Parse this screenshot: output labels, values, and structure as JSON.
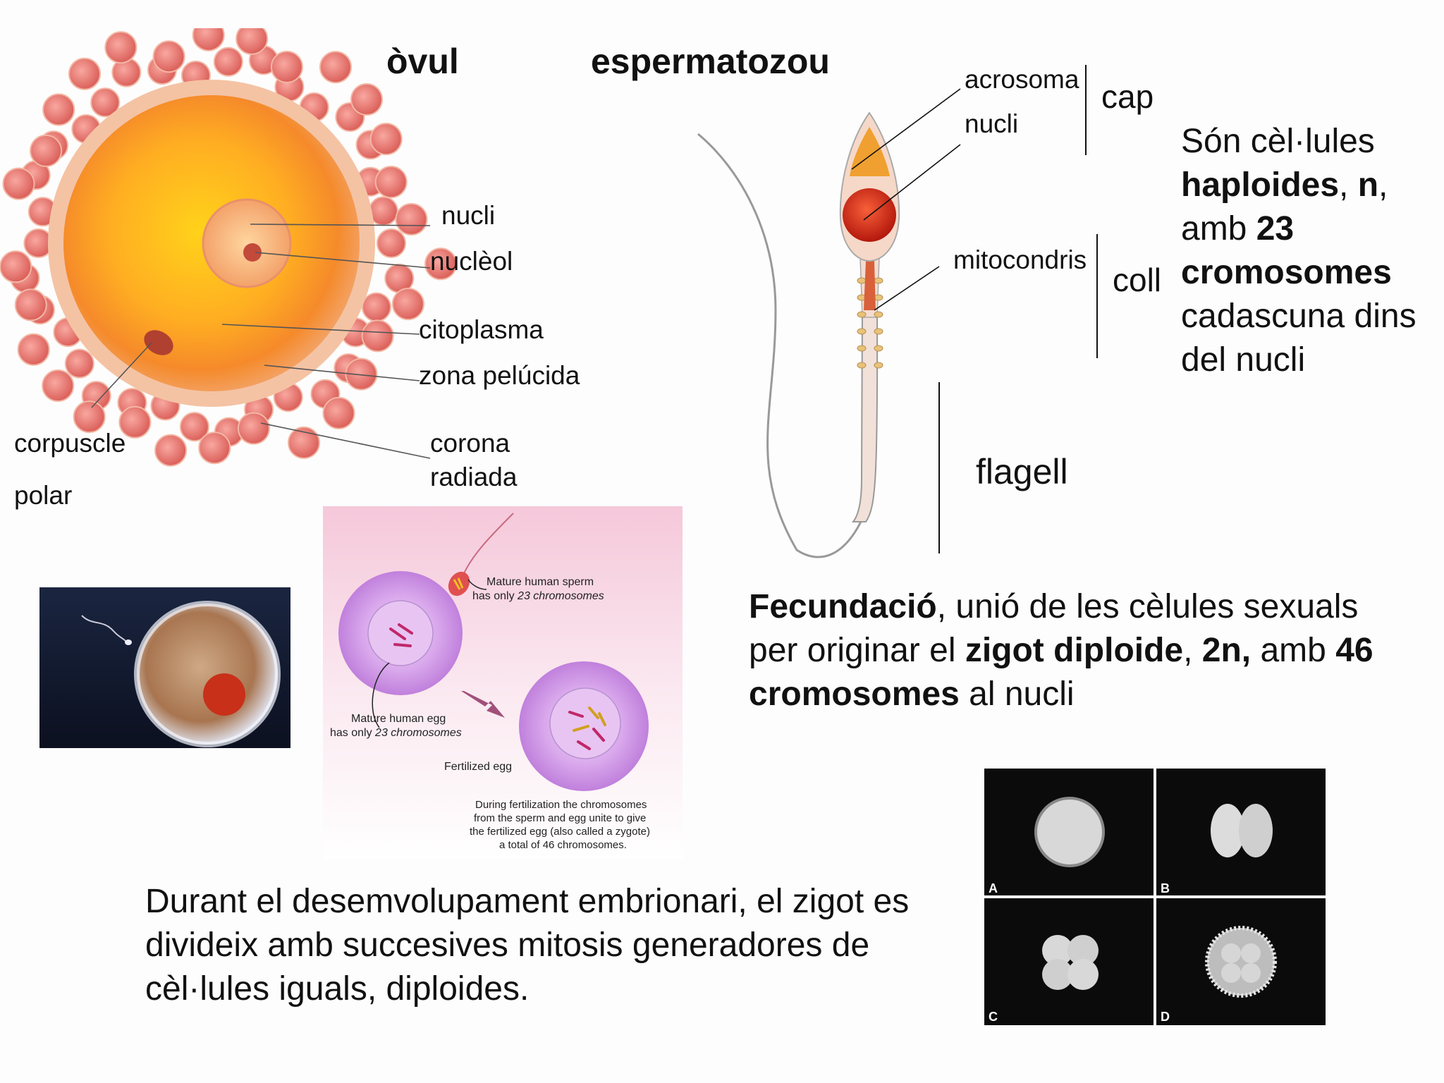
{
  "titles": {
    "ovul": "òvul",
    "sperm": "espermatozou"
  },
  "ovul_labels": {
    "nucli": "nucli",
    "nucleol": "nuclèol",
    "citoplasma": "citoplasma",
    "zona": "zona pelúcida",
    "corpuscle": "corpuscle",
    "polar": "polar",
    "corona": "corona",
    "radiada": "radiada"
  },
  "sperm_labels": {
    "acrosoma": "acrosoma",
    "nucli": "nucli",
    "mitocondris": "mitocondris",
    "cap": "cap",
    "coll": "coll",
    "flagell": "flagell"
  },
  "haploid_text": {
    "l1": "Són cèl·lules",
    "l2_b": "haploides",
    "l2_a": ", ",
    "l2_b2": "n",
    "l2_c": ",",
    "l3_a": "amb ",
    "l3_b": "23",
    "l4_b": "cromosomes",
    "l5": "cadascuna dins",
    "l6": "del nucli"
  },
  "fecundacio": {
    "b1": "Fecundació",
    "t1": ", unió de les cèlules sexuals",
    "t2": "per originar el ",
    "b2": "zigot diploide",
    "t3": ", ",
    "b3": "2n,",
    "t4": " amb ",
    "b4": "46",
    "b5": "cromosomes",
    "t5": " al nucli"
  },
  "fert_diagram": {
    "sperm_l1": "Mature human sperm",
    "sperm_l2a": "has only ",
    "sperm_l2b": "23 chromosomes",
    "egg_l1": "Mature human egg",
    "egg_l2a": "has only ",
    "egg_l2b": "23 chromosomes",
    "fertilized": "Fertilized egg",
    "cap1": "During fertilization the chromosomes",
    "cap2": "from the sperm and egg unite to give",
    "cap3": "the fertilized egg (also called a zygote)",
    "cap4": "a total of 46 chromosomes."
  },
  "embryo_panels": [
    "A",
    "B",
    "C",
    "D"
  ],
  "bottom_text": {
    "l1": "Durant el desemvolupament embrionari, el zigot es",
    "l2": "divideix amb succesives mitosis generadores de",
    "l3": "cèl·lules iguals, diploides."
  }
}
